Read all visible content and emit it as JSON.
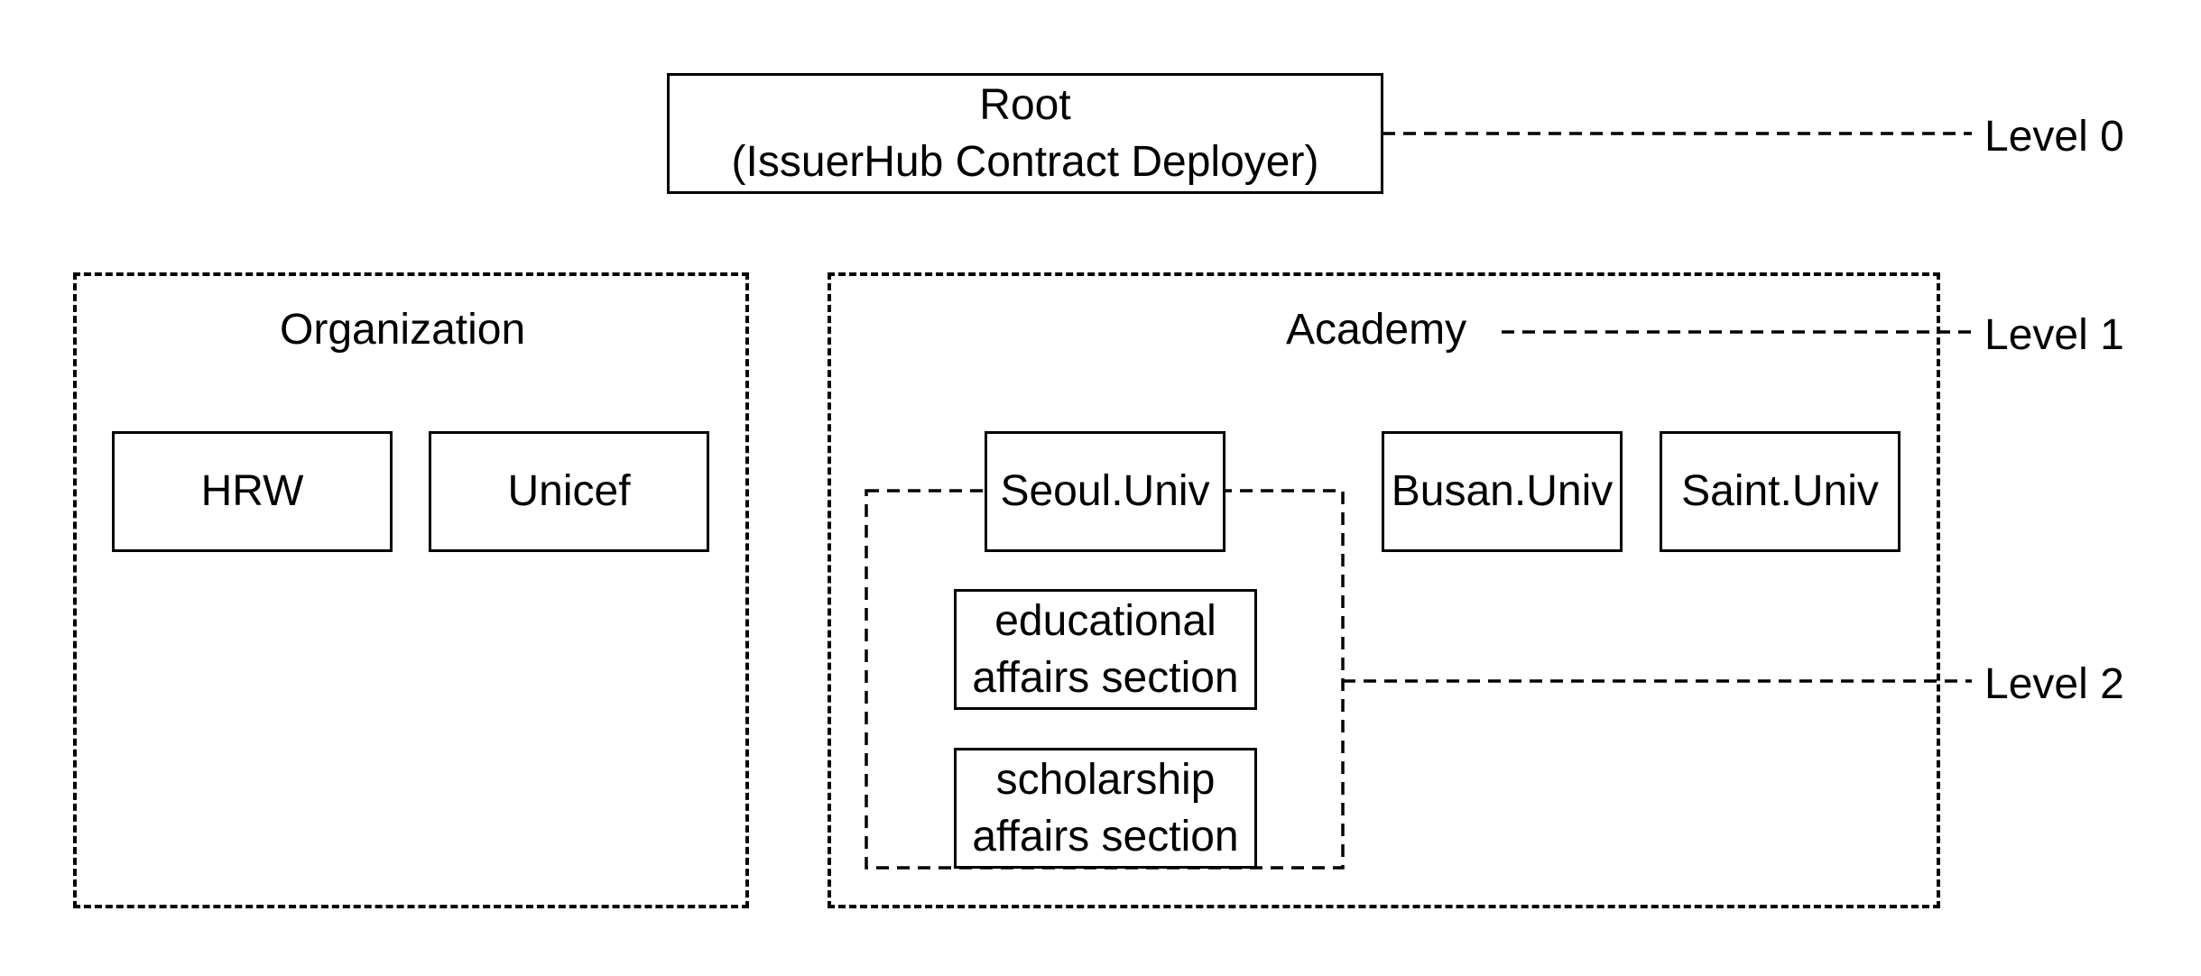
{
  "root": {
    "line1": "Root",
    "line2": "(IssuerHub Contract Deployer)"
  },
  "levels": [
    "Level 0",
    "Level 1",
    "Level 2"
  ],
  "groups": {
    "organization": {
      "title": "Organization",
      "members": [
        "HRW",
        "Unicef"
      ]
    },
    "academy": {
      "title": "Academy",
      "members": [
        "Seoul.Univ",
        "Busan.Univ",
        "Saint.Univ"
      ]
    },
    "seoul_sections": [
      {
        "line1": "educational",
        "line2": "affairs section"
      },
      {
        "line1": "scholarship",
        "line2": "affairs section"
      }
    ]
  },
  "style": {
    "stroke": "#000000",
    "background": "#ffffff"
  }
}
